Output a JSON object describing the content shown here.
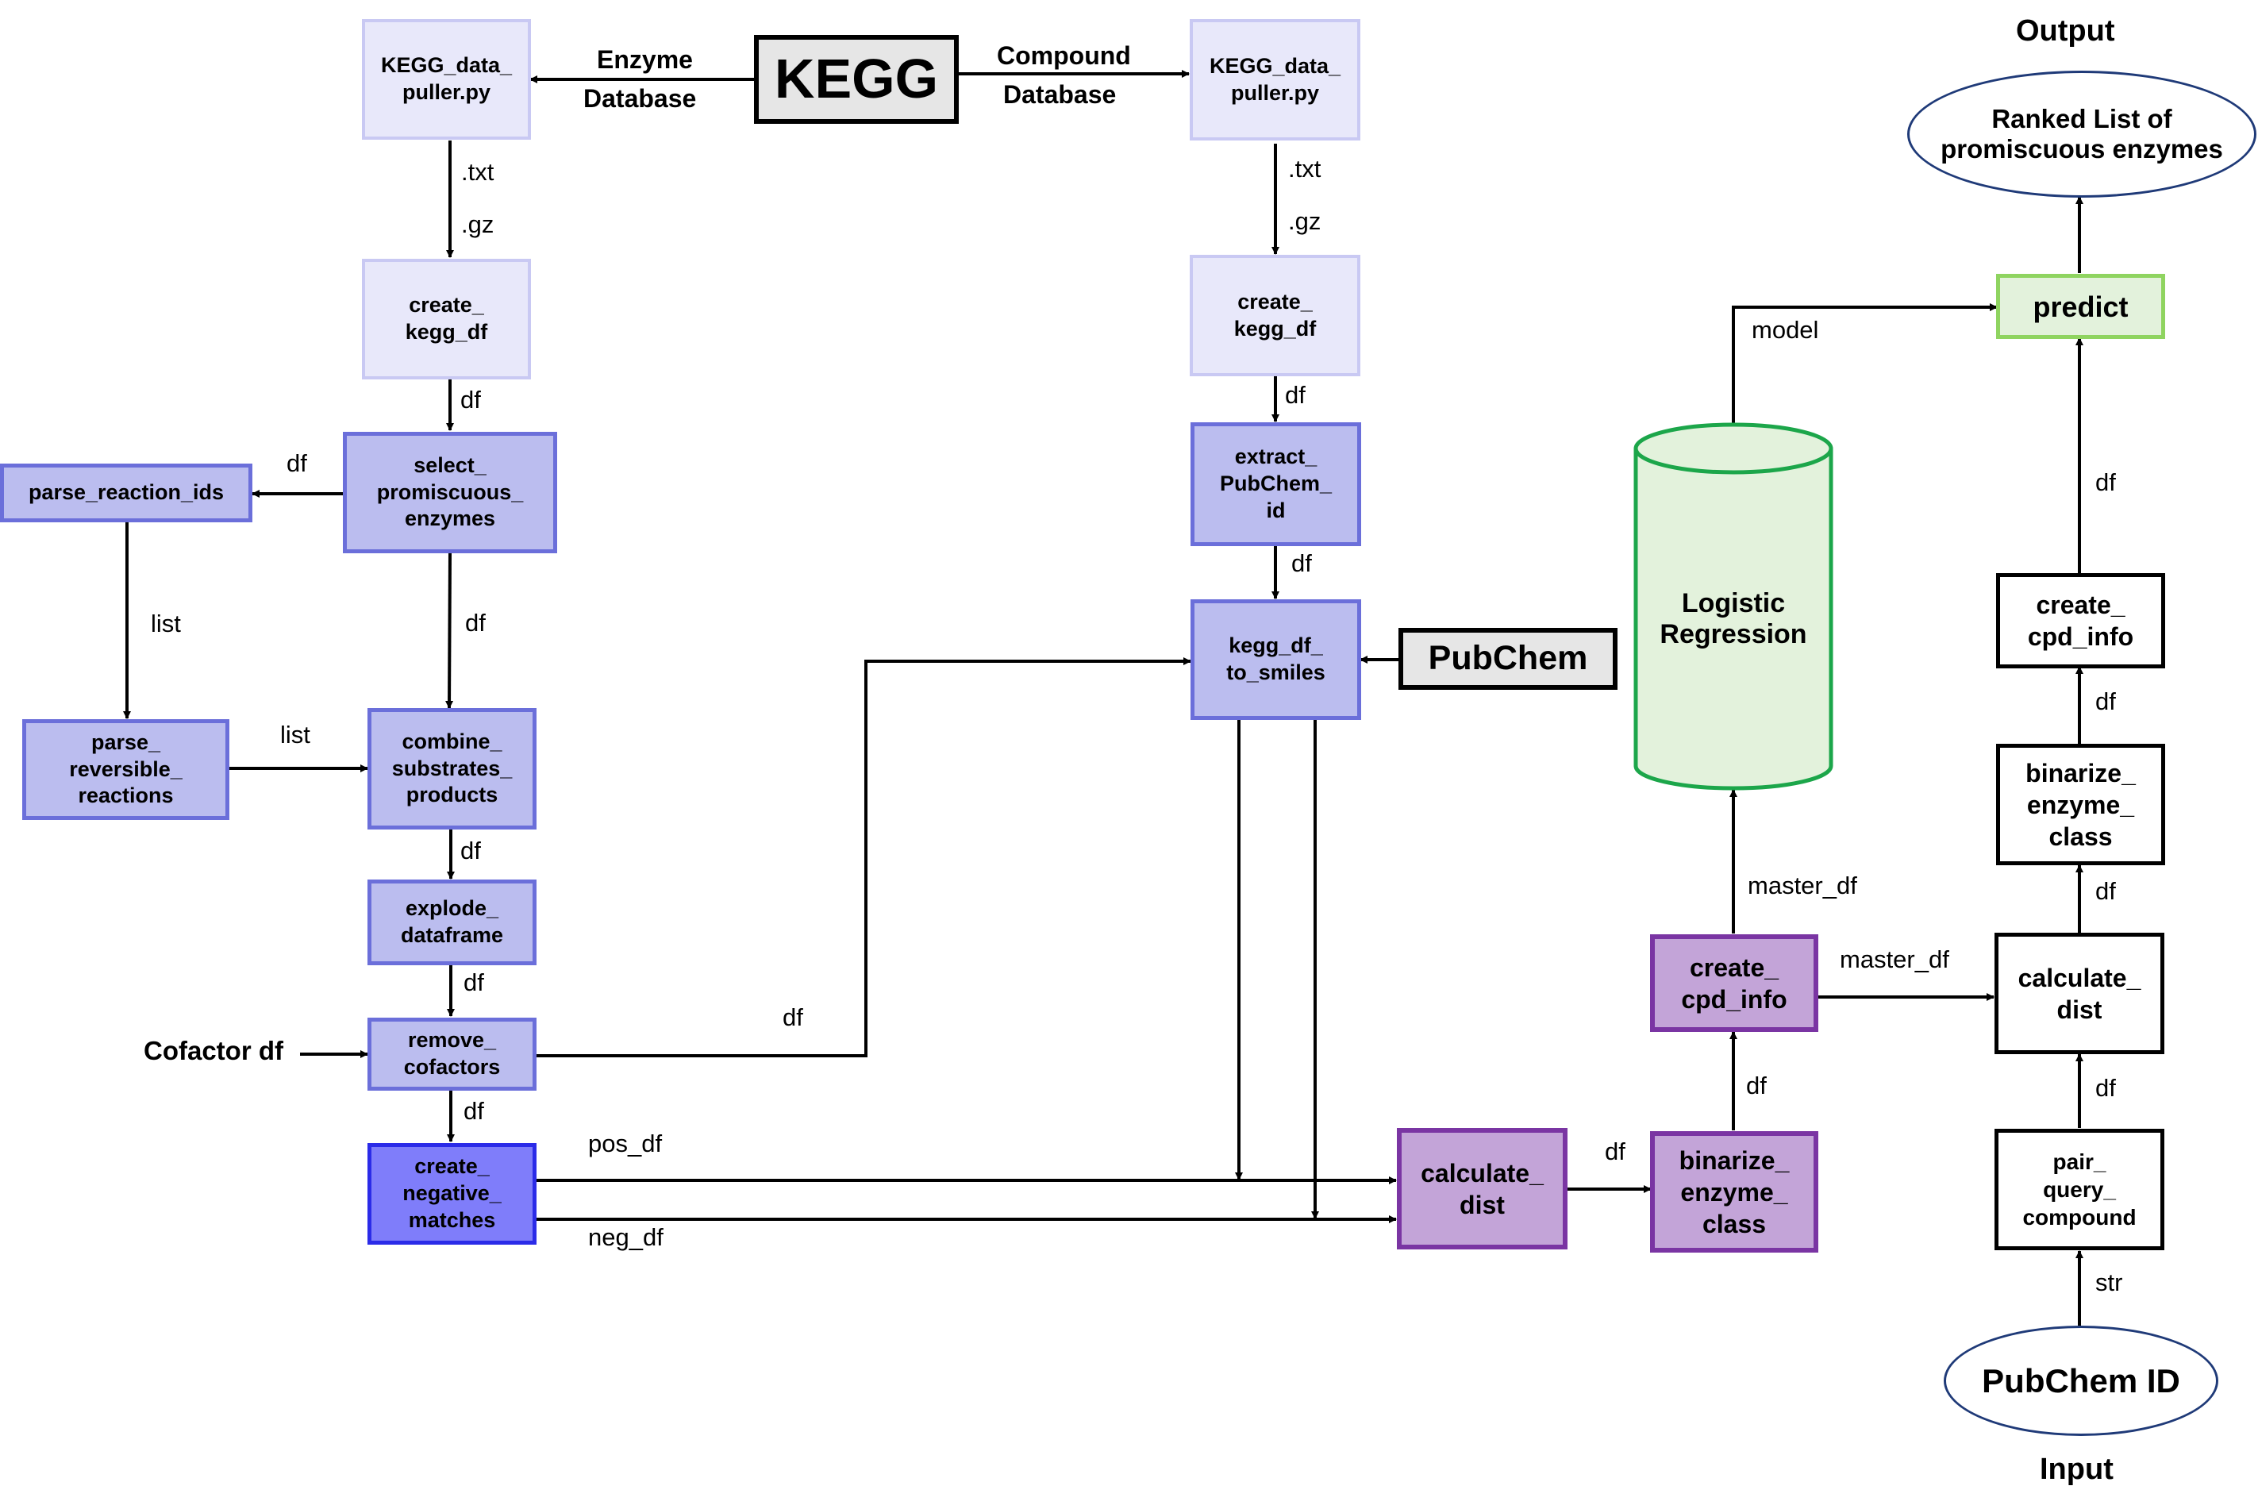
{
  "colors": {
    "light_fill": "#e8e8fa",
    "light_border": "#c9c9f3",
    "mid_fill": "#bbbdef",
    "mid_border": "#6b6fda",
    "dark_fill": "#7f7dfa",
    "dark_border": "#2b2be8",
    "purple_fill": "#c3a4d8",
    "purple_border": "#7a35a3",
    "green_fill": "#e3f2dc",
    "green_border": "#8fd460",
    "cylinder_fill": "#e3f2dc",
    "cylinder_border": "#1ca64a",
    "ellipse_border": "#1f3a78",
    "source_fill": "#e6e6e6"
  },
  "nodes": {
    "kegg": "KEGG",
    "kegg_puller_left": "KEGG_data_\npuller.py",
    "kegg_puller_right": "KEGG_data_\npuller.py",
    "create_kegg_df_left": "create_\nkegg_df",
    "create_kegg_df_right": "create_\nkegg_df",
    "select_promiscuous": "select_\npromiscuous_\nenzymes",
    "parse_reaction_ids": "parse_reaction_ids",
    "parse_reversible": "parse_\nreversible_\nreactions",
    "combine": "combine_\nsubstrates_\nproducts",
    "explode": "explode_\ndataframe",
    "remove_cofactors": "remove_\ncofactors",
    "create_negative": "create_\nnegative_\nmatches",
    "extract_pubchem": "extract_\nPubChem_\nid",
    "kegg_to_smiles": "kegg_df_\nto_smiles",
    "pubchem_src": "PubChem",
    "calc_dist_mid": "calculate_\ndist",
    "binarize_mid": "binarize_\nenzyme_\nclass",
    "create_cpd_mid": "create_\ncpd_info",
    "logistic": "Logistic\nRegression",
    "predict": "predict",
    "create_cpd_right": "create_\ncpd_info",
    "binarize_right": "binarize_\nenzyme_\nclass",
    "calc_dist_right": "calculate_\ndist",
    "pair_query": "pair_\nquery_\ncompound",
    "pubchem_id": "PubChem ID",
    "ranked_list": "Ranked List of\npromiscuous enzymes",
    "output_label": "Output",
    "input_label": "Input",
    "cofactor_label": "Cofactor df"
  },
  "edge_labels": {
    "enzyme": "Enzyme",
    "database_left": "Database",
    "compound": "Compound",
    "database_right": "Database",
    "txt_left": ".txt",
    "gz_left": ".gz",
    "txt_right": ".txt",
    "gz_right": ".gz",
    "df_ckd_select": "df",
    "df_select_parse": "df",
    "list_parse": "list",
    "df_select_combine": "df",
    "list_combine": "list",
    "df_combine_explode": "df",
    "df_explode_remove": "df",
    "df_remove_negative": "df",
    "df_remove_smiles": "df",
    "pos_df": "pos_df",
    "neg_df": "neg_df",
    "df_ckd_extract": "df",
    "df_extract_smiles": "df",
    "df_calc_binarize": "df",
    "df_binarize_create": "df",
    "master_df_up": "master_df",
    "master_df_right": "master_df",
    "model": "model",
    "df_create_predict": "df",
    "df_binarize_create_r": "df",
    "df_calc_binarize_r": "df",
    "df_pair_calc": "df",
    "str": "str"
  }
}
